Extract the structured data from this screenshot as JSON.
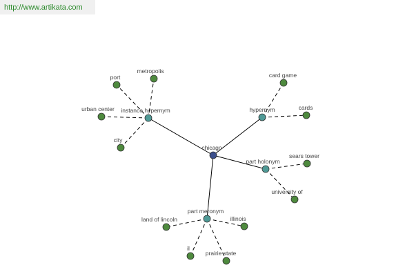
{
  "banner": {
    "url_text": "http://www.artikata.com"
  },
  "colors": {
    "root": "#3c4f8c",
    "relation": "#4f9a96",
    "leaf": "#4e8a3e"
  },
  "graph": {
    "root": {
      "id": "chicago",
      "label": "chicago"
    },
    "relations": [
      {
        "id": "instance-hypernym",
        "label": "instance hypernym",
        "leaves": [
          "port",
          "metropolis",
          "urban center",
          "city"
        ]
      },
      {
        "id": "hypernym",
        "label": "hypernym",
        "leaves": [
          "card game",
          "cards"
        ]
      },
      {
        "id": "part-holonym",
        "label": "part holonym",
        "leaves": [
          "sears tower",
          "university of"
        ]
      },
      {
        "id": "part-meronym",
        "label": "part meronym",
        "leaves": [
          "land of lincoln",
          "illinois",
          "il",
          "prairie state"
        ]
      }
    ]
  }
}
